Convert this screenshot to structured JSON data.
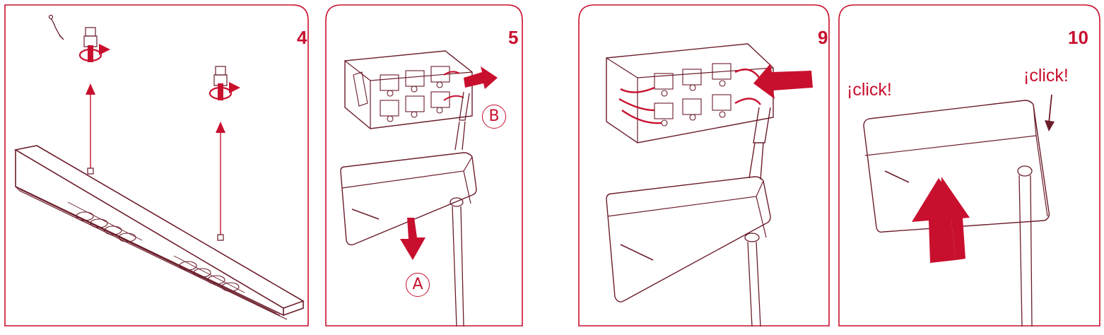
{
  "colors": {
    "accent": "#c8102e",
    "line": "#6b1d2a",
    "fill_light": "#f6e9ea",
    "background": "#ffffff"
  },
  "panels": [
    {
      "step": "4",
      "icon": "suspension-install-illustration"
    },
    {
      "step": "5",
      "icon": "junction-box-open-illustration",
      "labels": {
        "a": "A",
        "b": "B"
      }
    },
    {
      "step": "9",
      "icon": "cable-connection-illustration"
    },
    {
      "step": "10",
      "icon": "box-close-click-illustration",
      "clicks": [
        "¡click!",
        "¡click!"
      ]
    }
  ]
}
